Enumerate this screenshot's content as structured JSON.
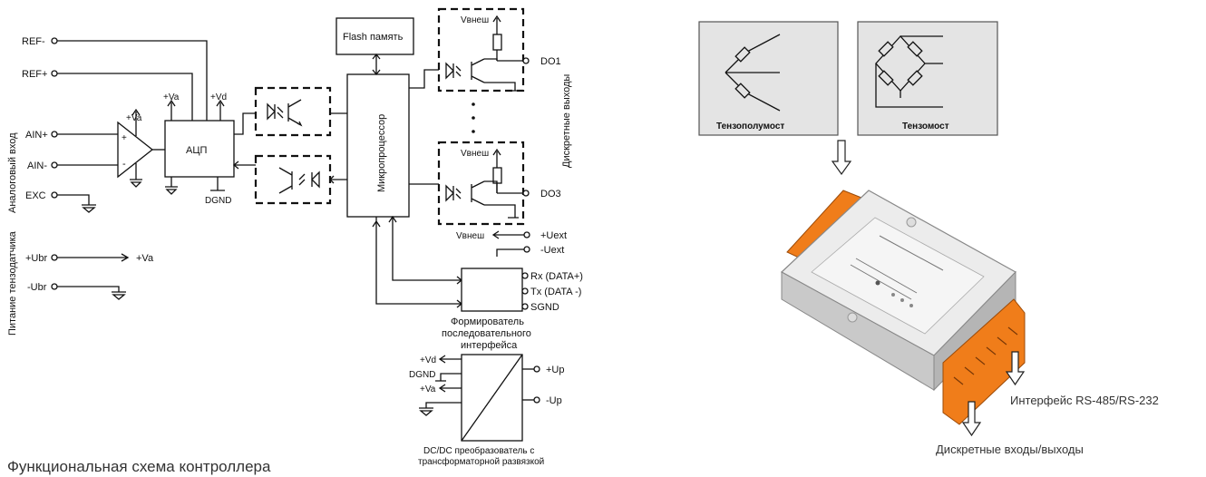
{
  "schematic": {
    "inputs": {
      "ref_minus": "REF-",
      "ref_plus": "REF+",
      "ain_plus": "AIN+",
      "ain_minus": "AIN-",
      "exc": "EXC",
      "ubr_plus": "+Ubr",
      "ubr_minus": "-Ubr",
      "va_out": "+Va"
    },
    "side_labels": {
      "analog_input": "Аналоговый вход",
      "sensor_power": "Питание тензодатчика",
      "discrete_outputs": "Дискретные выходы"
    },
    "amp": {
      "va": "+Va",
      "plus": "+",
      "minus": "-"
    },
    "adc": {
      "label": "АЦП",
      "va": "+Va",
      "vd": "+Vd",
      "dgnd": "DGND"
    },
    "mcu": {
      "label": "Микропроцессор"
    },
    "flash": {
      "label": "Flash память"
    },
    "outputs": {
      "do1": "DO1",
      "do3": "DO3",
      "vext1": "Vвнеш",
      "vext2": "Vвнеш",
      "vext3": "Vвнеш",
      "uext_plus": "+Uext",
      "uext_minus": "-Uext"
    },
    "serial": {
      "rx": "Rx (DATA+)",
      "tx": "Tx (DATA -)",
      "sgnd": "SGND",
      "caption_line1": "Формирователь",
      "caption_line2": "последовательного",
      "caption_line3": "интерфейса"
    },
    "dcdc": {
      "vd": "+Vd",
      "dgnd": "DGND",
      "va": "+Va",
      "up_plus": "+Up",
      "up_minus": "-Up",
      "caption_line1": "DC/DC преобразователь с",
      "caption_line2": "трансформаторной развязкой"
    },
    "caption": "Функциональная схема контроллера"
  },
  "device": {
    "half_bridge": "Тензополумост",
    "full_bridge": "Тензомост",
    "interface_label": "Интерфейс RS-485/RS-232",
    "discrete_io_label": "Дискретные входы/выходы",
    "accent_color": "#f07d1a",
    "panel_color": "#e4e4e4"
  }
}
